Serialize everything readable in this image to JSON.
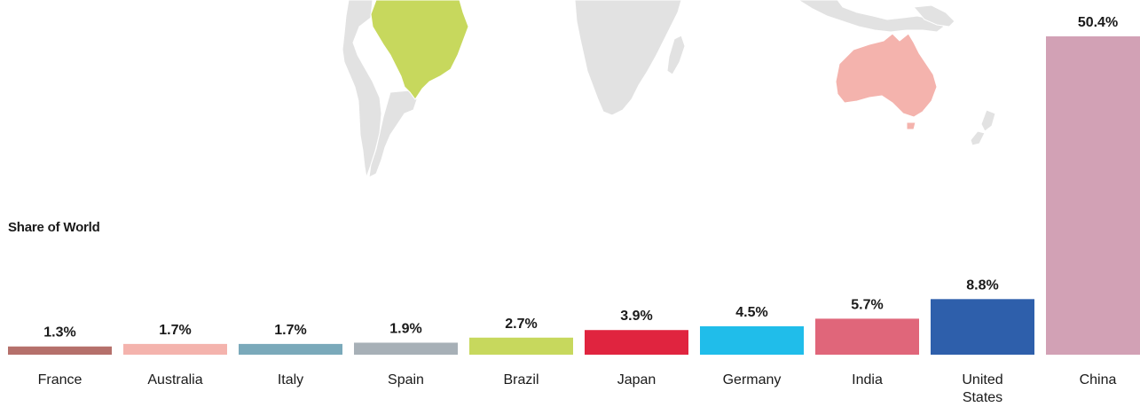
{
  "legend_title": "Share of World",
  "colors": {
    "map_land": "#e2e2e2",
    "map_border": "#ffffff"
  },
  "chart_data": {
    "type": "bar",
    "title": "",
    "xlabel": "",
    "ylabel": "",
    "ylim": [
      0,
      50.4
    ],
    "categories": [
      "France",
      "Australia",
      "Italy",
      "Spain",
      "Brazil",
      "Japan",
      "Germany",
      "India",
      "United States",
      "China"
    ],
    "values": [
      1.3,
      1.7,
      1.7,
      1.9,
      2.7,
      3.9,
      4.5,
      5.7,
      8.8,
      50.4
    ],
    "value_labels": [
      "1.3%",
      "1.7%",
      "1.7%",
      "1.9%",
      "2.7%",
      "3.9%",
      "4.5%",
      "5.7%",
      "8.8%",
      "50.4%"
    ],
    "bar_colors": [
      "#b5706b",
      "#f4b3ad",
      "#7aa9ba",
      "#a7b0b7",
      "#c7d85d",
      "#e0243f",
      "#20bdea",
      "#e0667a",
      "#2e5fab",
      "#d2a1b5"
    ],
    "grid": false
  },
  "map": {
    "highlighted": [
      {
        "country": "Brazil",
        "color": "#c7d85d"
      },
      {
        "country": "Australia",
        "color": "#f4b3ad"
      }
    ]
  }
}
